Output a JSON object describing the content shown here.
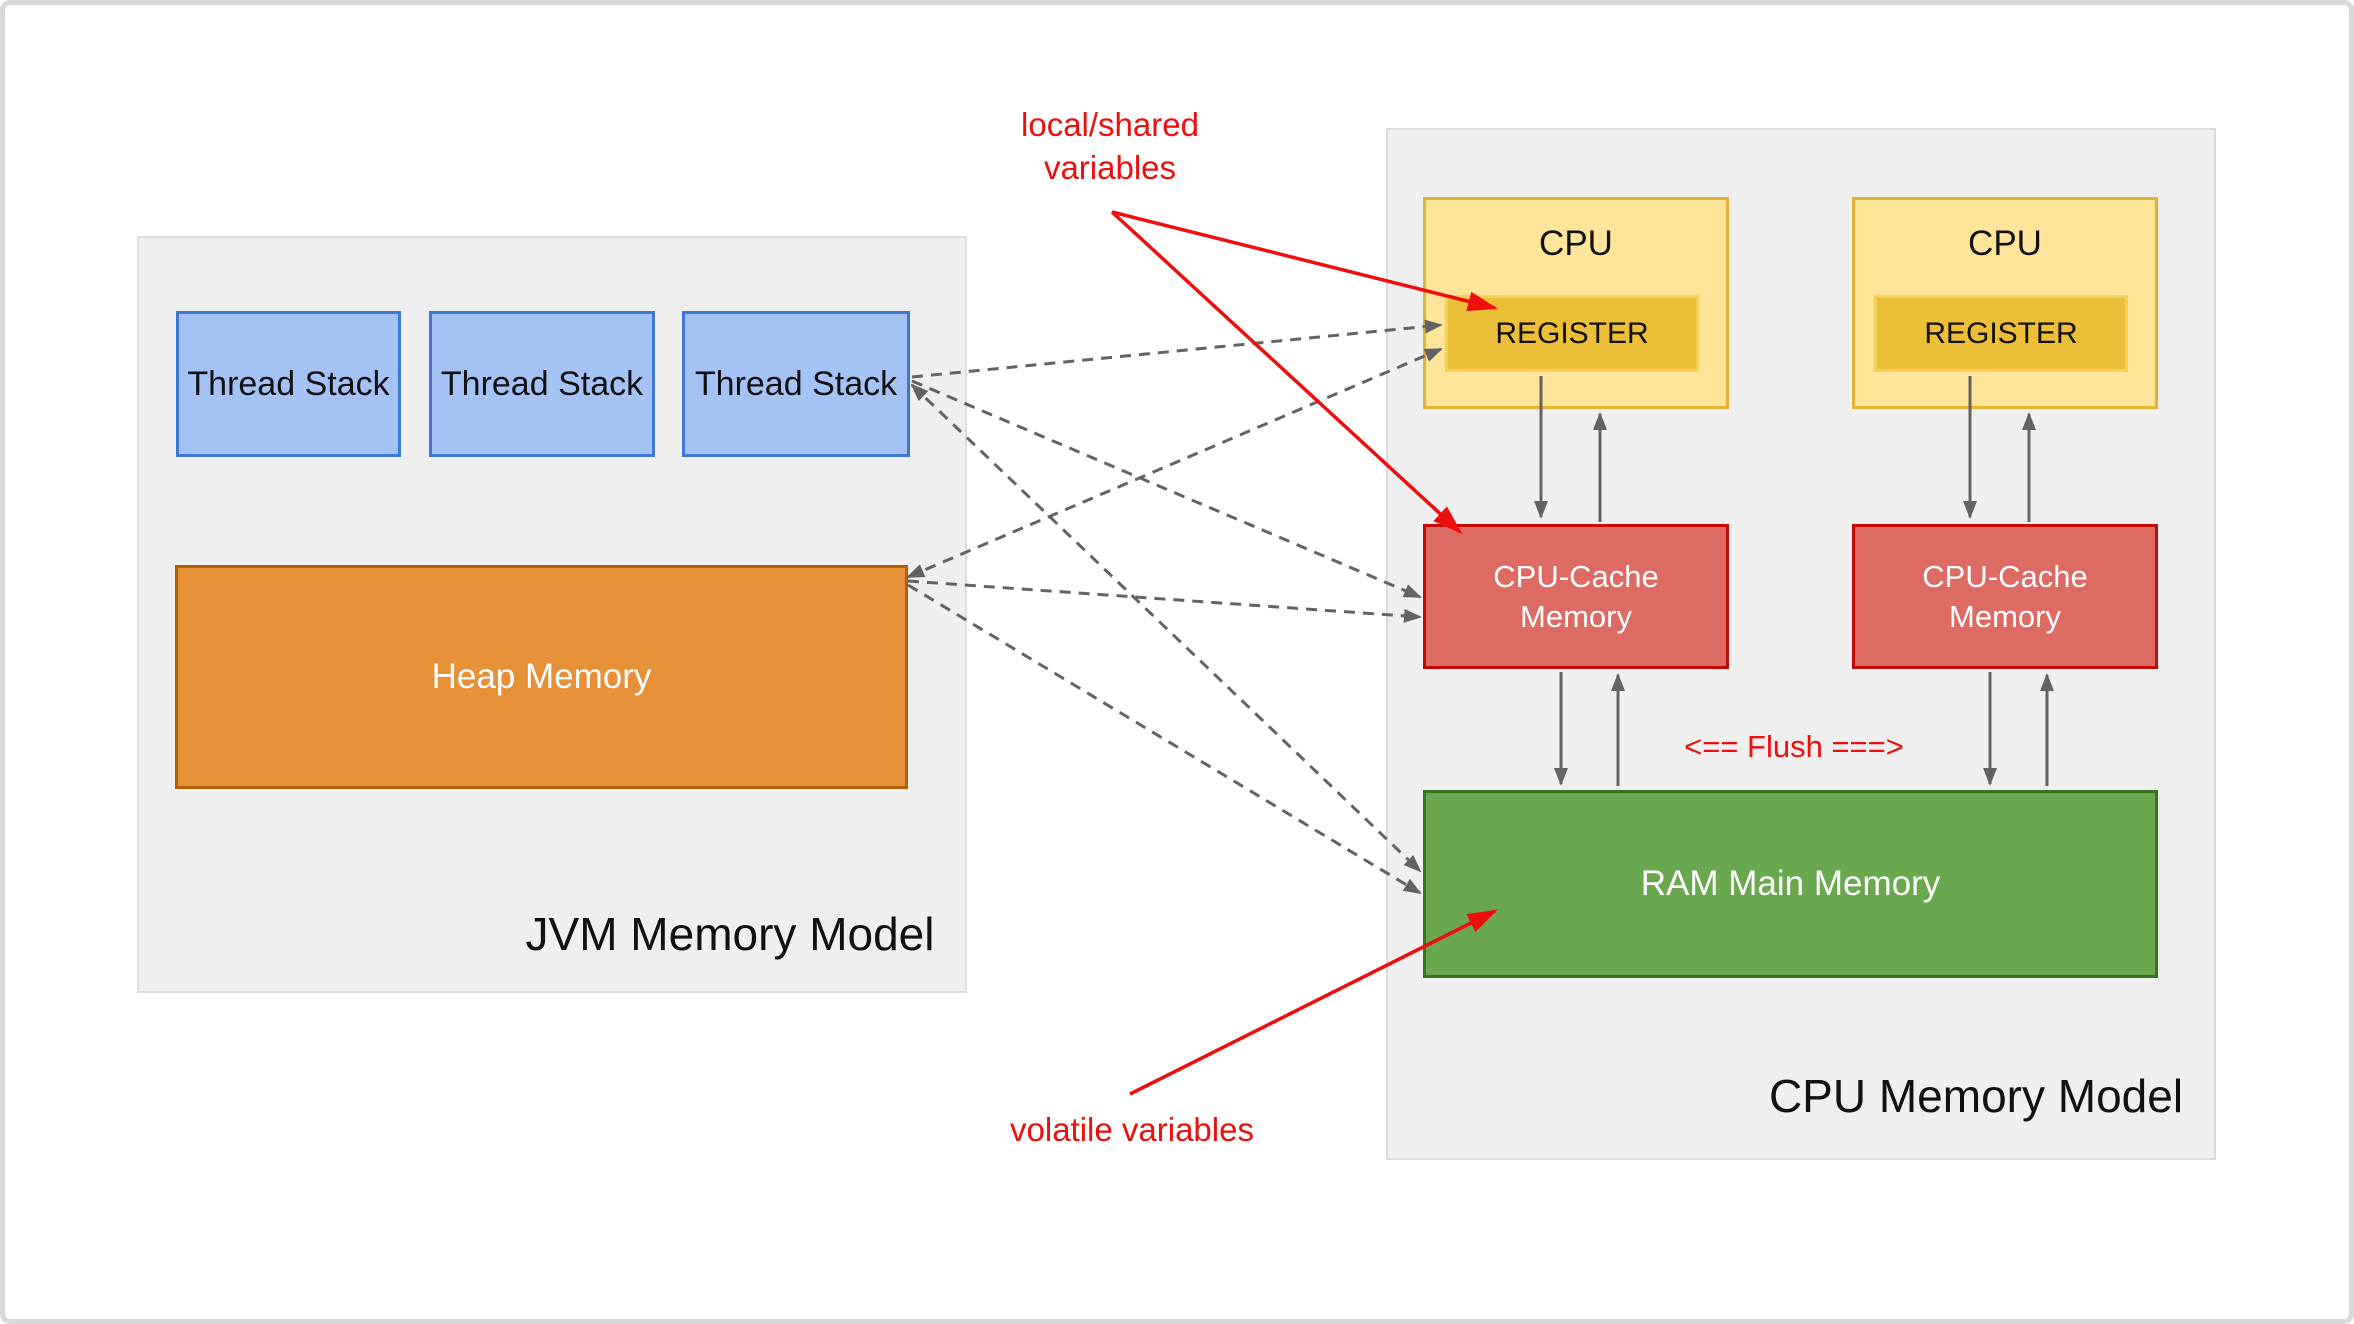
{
  "diagram_title": "JVM vs CPU memory model diagram",
  "colors": {
    "panel_fill": "#EFEFEF",
    "panel_border": "#DCDCDC",
    "thread_stack_fill": "#A4C2F4",
    "thread_stack_border": "#3D78D8",
    "heap_fill": "#E69138",
    "heap_border": "#B26009",
    "cpu_fill": "#FFE599",
    "cpu_border": "#E3B135",
    "register_fill": "#EDBE37",
    "cache_fill": "#DD6A63",
    "cache_border": "#C30B08",
    "ram_fill": "#6AA84F",
    "ram_border": "#38761D",
    "arrow_gray": "#636363",
    "annotation_red": "#ED0E0E"
  },
  "jvm": {
    "label": "JVM Memory Model",
    "thread_stacks": [
      {
        "label": "Thread Stack"
      },
      {
        "label": "Thread Stack"
      },
      {
        "label": "Thread Stack"
      }
    ],
    "heap": {
      "label": "Heap Memory"
    }
  },
  "cpu": {
    "label": "CPU Memory Model",
    "cpus": [
      {
        "label": "CPU",
        "register_label": "REGISTER"
      },
      {
        "label": "CPU",
        "register_label": "REGISTER"
      }
    ],
    "caches": [
      {
        "label": "CPU-Cache Memory"
      },
      {
        "label": "CPU-Cache Memory"
      }
    ],
    "ram": {
      "label": "RAM Main Memory"
    },
    "flush_label": "<== Flush ===>"
  },
  "annotations": {
    "local_shared": "local/shared variables",
    "volatile": "volatile variables"
  },
  "connections": {
    "dashed": [
      {
        "from": "thread-stack-3",
        "to": "register-1"
      },
      {
        "from": "thread-stack-3",
        "to": "cpu-cache-1"
      },
      {
        "from": "thread-stack-3",
        "to": "ram",
        "bidirectional": true
      },
      {
        "from": "heap-memory",
        "to": "register-1",
        "bidirectional": true
      },
      {
        "from": "heap-memory",
        "to": "cpu-cache-1"
      },
      {
        "from": "heap-memory",
        "to": "ram"
      }
    ],
    "solid_vertical": [
      {
        "from": "register-1",
        "to": "cpu-cache-1",
        "pair": "down-up"
      },
      {
        "from": "cpu-cache-1",
        "to": "ram",
        "pair": "down-up"
      },
      {
        "from": "register-2",
        "to": "cpu-cache-2",
        "pair": "down-up"
      },
      {
        "from": "cpu-cache-2",
        "to": "ram",
        "pair": "down-up"
      }
    ],
    "red": [
      {
        "from": "local-shared-note",
        "to": "register-1"
      },
      {
        "from": "local-shared-note",
        "to": "cpu-cache-1"
      },
      {
        "from": "volatile-note",
        "to": "ram"
      }
    ]
  }
}
